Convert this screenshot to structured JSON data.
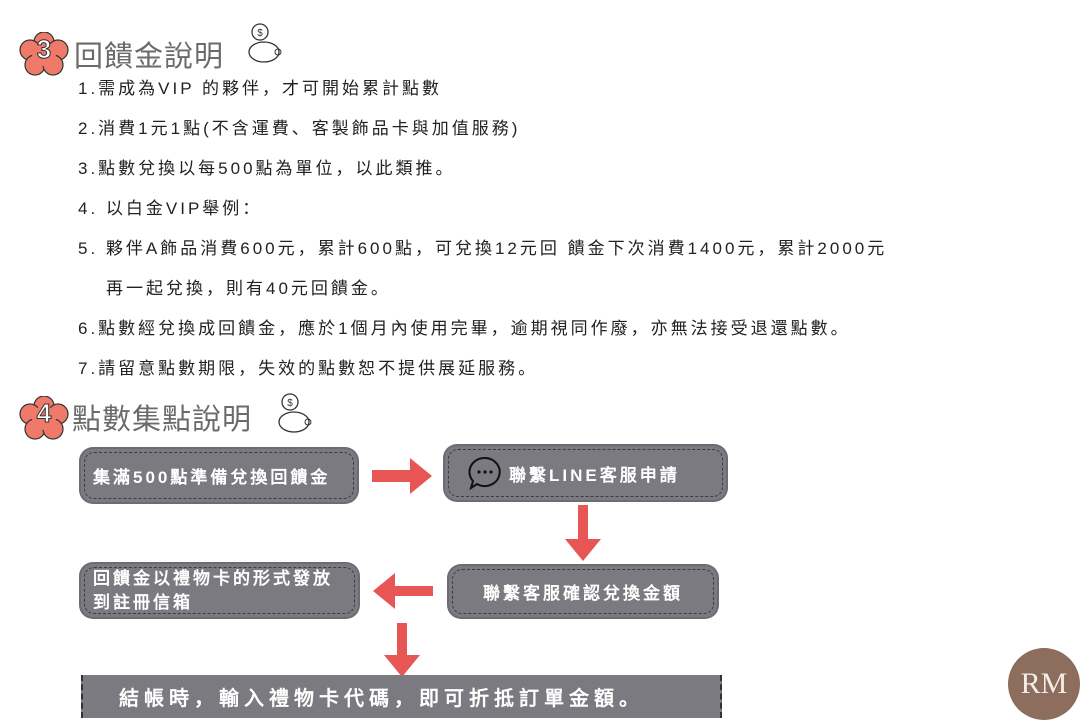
{
  "section3": {
    "number": "3",
    "title": "回饋金說明"
  },
  "rules": [
    "1.需成為VIP 的夥伴，才可開始累計點數",
    "2.消費1元1點(不含運費、客製飾品卡與加值服務)",
    "3.點數兌換以每500點為單位，以此類推。",
    "4.  以白金VIP舉例：",
    "5.  夥伴A飾品消費600元，累計600點，可兌換12元回 饋金下次消費1400元，累計2000元",
    "再一起兌換，則有40元回饋金。",
    "6.點數經兌換成回饋金，應於1個月內使用完畢，逾期視同作廢，亦無法接受退還點數。",
    "7.請留意點數期限，失效的點數恕不提供展延服務。"
  ],
  "section4": {
    "number": "4",
    "title": "點數集點說明"
  },
  "flow": {
    "step1": "集滿500點準備兌換回饋金",
    "step2": "聯繫LINE客服申請",
    "step3": "聯繫客服確認兌換金額",
    "step4": "回饋金以禮物卡的形式發放到註冊信箱",
    "step5": "結帳時，輸入禮物卡代碼，即可折抵訂單金額。"
  },
  "logo": {
    "text": "RM"
  },
  "colors": {
    "accent": "#e85555",
    "flower": "#f07a6a",
    "box": "#7a7a80"
  }
}
